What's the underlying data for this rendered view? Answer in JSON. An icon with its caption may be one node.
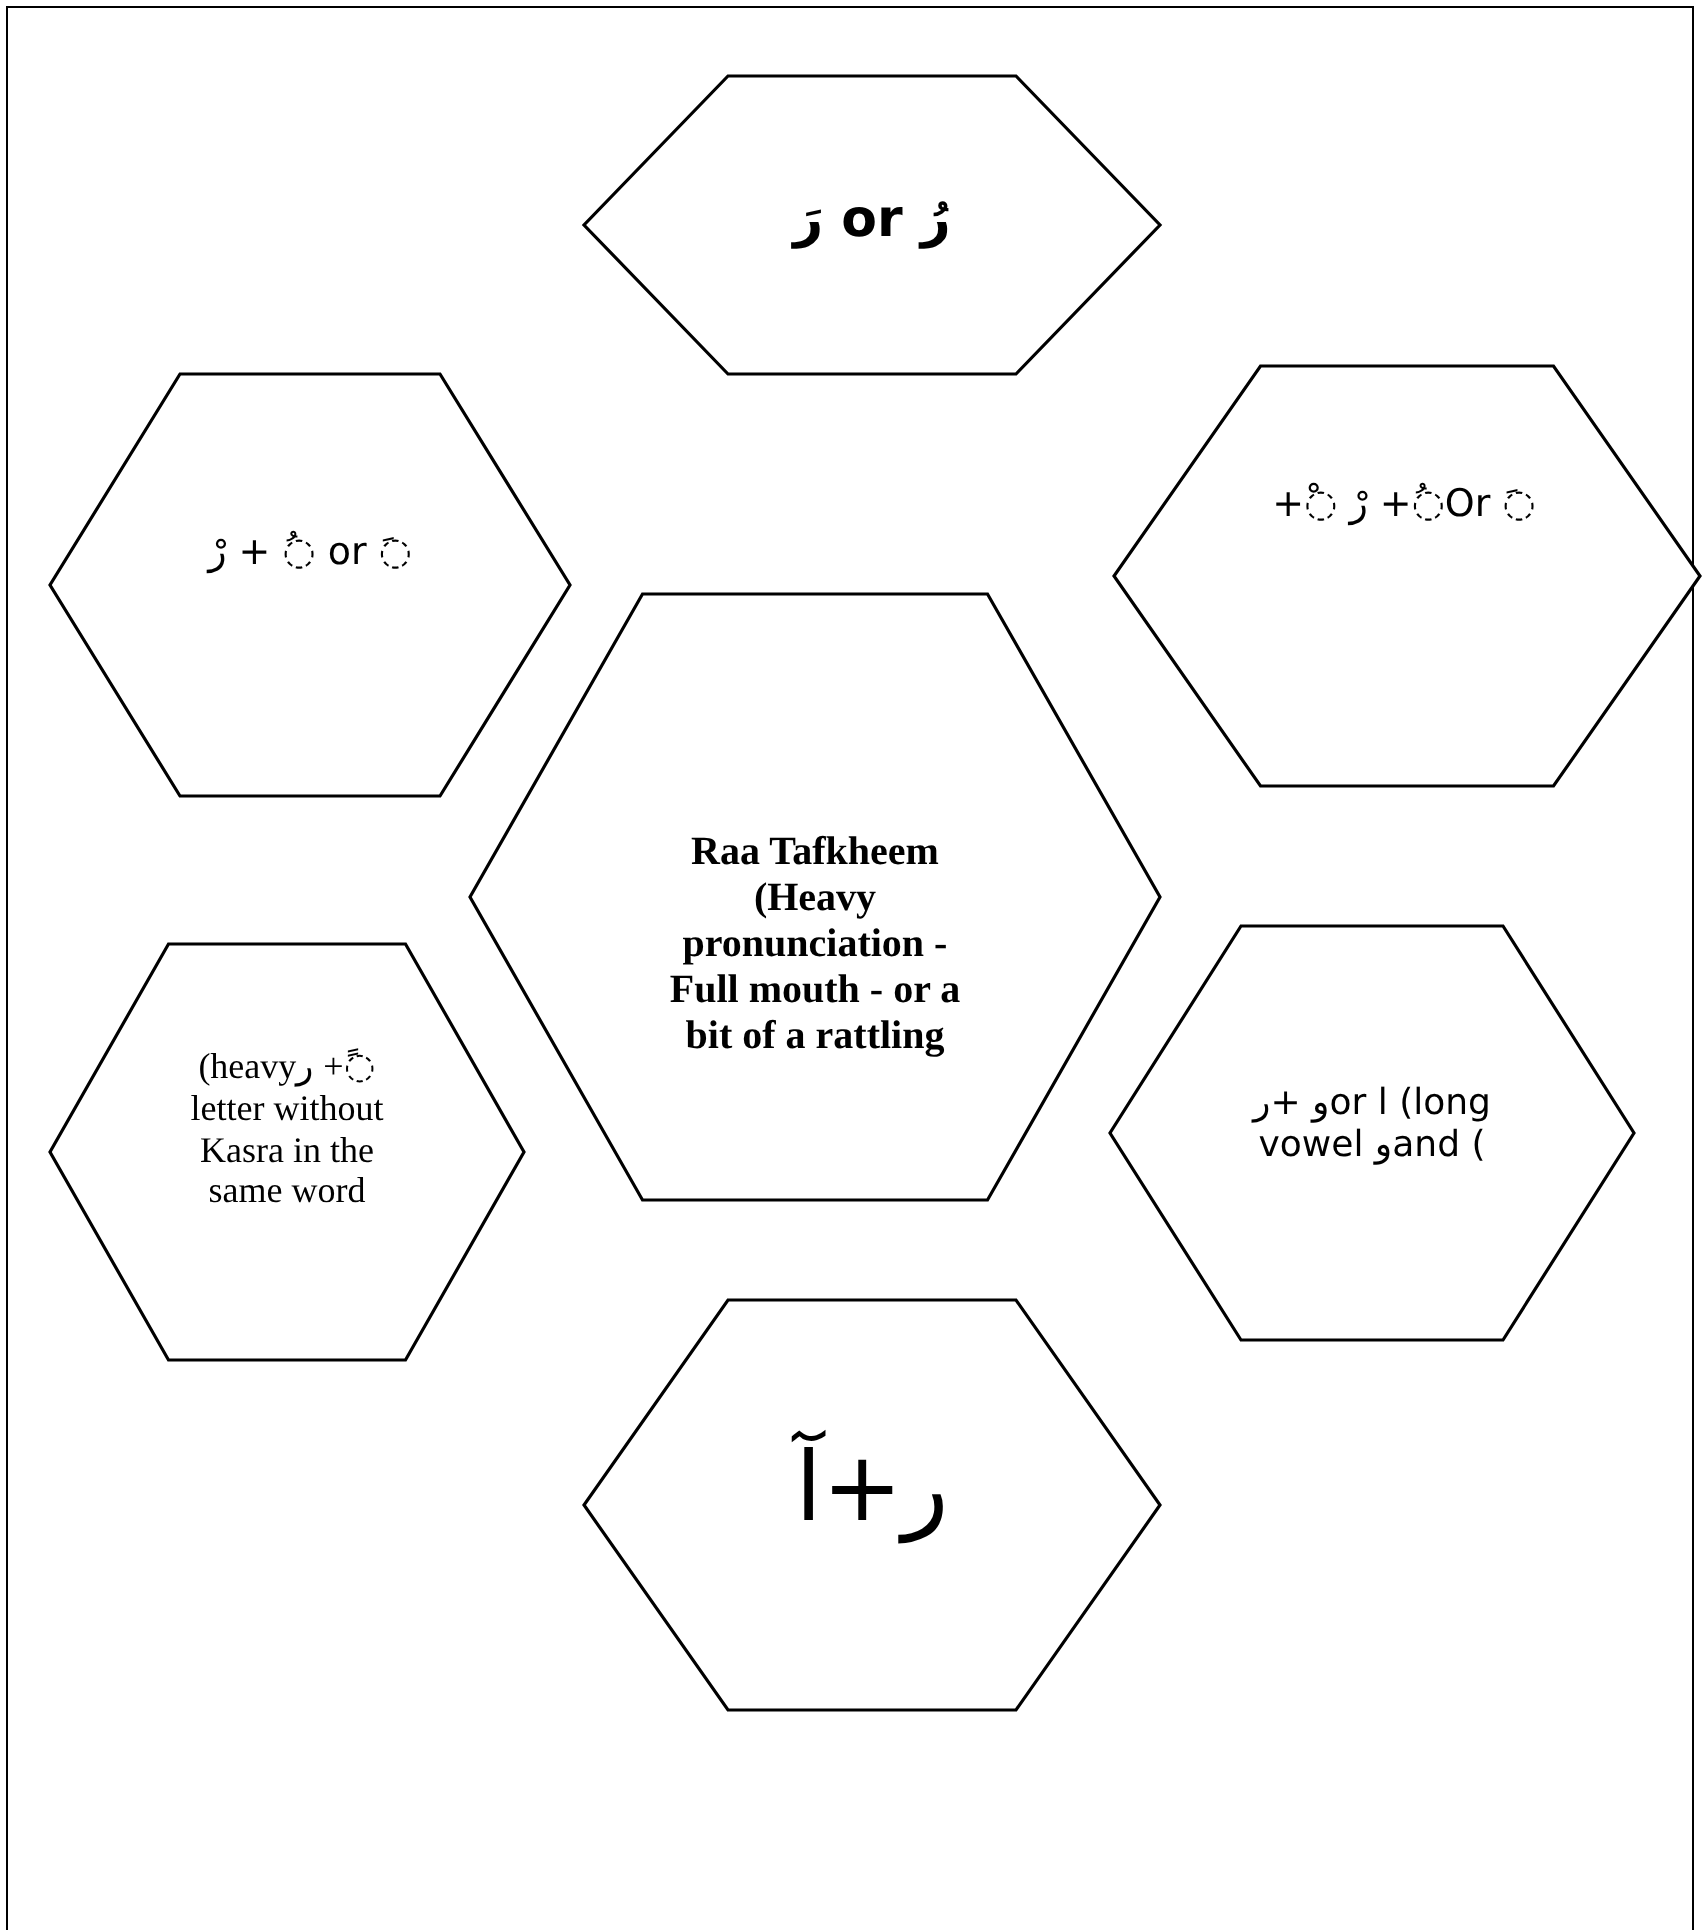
{
  "diagram": {
    "nodes": [
      {
        "text": [
          "رَ   or   رُ"
        ]
      },
      {
        "text": [
          "رْ + ◌ُ  or ◌َ"
        ]
      },
      {
        "text": [
          "+◌ْ رْ +◌ُOr ◌َ"
        ]
      },
      {
        "text": [
          "Raa Tafkheem (Heavy pronunciation - Full mouth - or a bit of a rattling"
        ]
      },
      {
        "text": [
          "(heavyر +◌ً letter without Kasra in the same word"
        ]
      },
      {
        "text": [
          "ر+ وor ا (long vowel وand ("
        ]
      },
      {
        "text": [
          "آ+ر"
        ]
      }
    ]
  }
}
